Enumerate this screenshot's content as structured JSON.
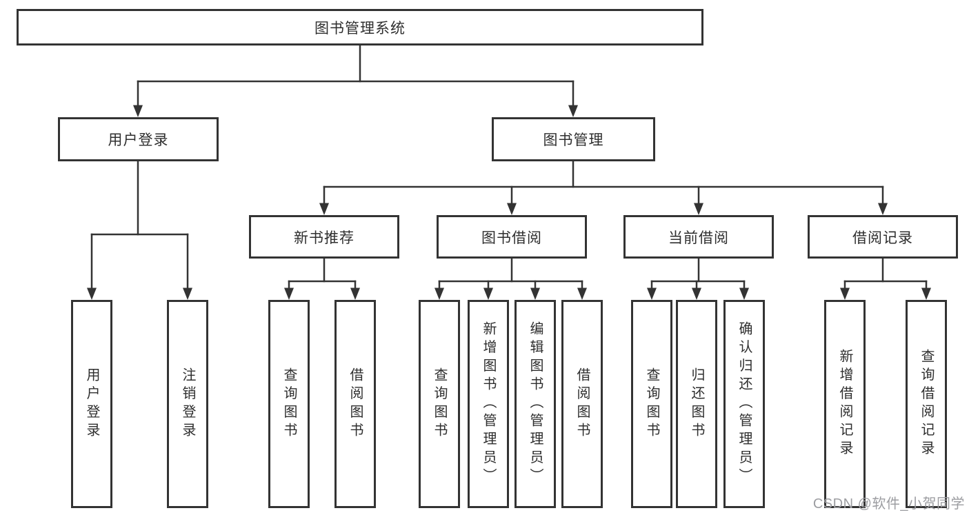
{
  "diagram": {
    "root": {
      "label": "图书管理系统"
    },
    "level2": [
      {
        "label": "用户登录"
      },
      {
        "label": "图书管理"
      }
    ],
    "level3": [
      {
        "label": "新书推荐"
      },
      {
        "label": "图书借阅"
      },
      {
        "label": "当前借阅"
      },
      {
        "label": "借阅记录"
      }
    ],
    "leaves": {
      "user_login": [
        {
          "label": "用户登录"
        },
        {
          "label": "注销登录"
        }
      ],
      "new_book_rec": [
        {
          "label": "查询图书"
        },
        {
          "label": "借阅图书"
        }
      ],
      "book_borrow": [
        {
          "label": "查询图书"
        },
        {
          "label": "新增图书（管理员）"
        },
        {
          "label": "编辑图书（管理员）"
        },
        {
          "label": "借阅图书"
        }
      ],
      "current_borrow": [
        {
          "label": "查询图书"
        },
        {
          "label": "归还图书"
        },
        {
          "label": "确认归还（管理员）"
        }
      ],
      "borrow_record": [
        {
          "label": "新增借阅记录"
        },
        {
          "label": "查询借阅记录"
        }
      ]
    }
  },
  "watermark": {
    "text": "CSDN @软件_小贺同学"
  },
  "colors": {
    "line": "#333333",
    "border": "#333333",
    "text": "#2e2e2e",
    "watermark": "#9c9da1",
    "background": "#ffffff"
  }
}
